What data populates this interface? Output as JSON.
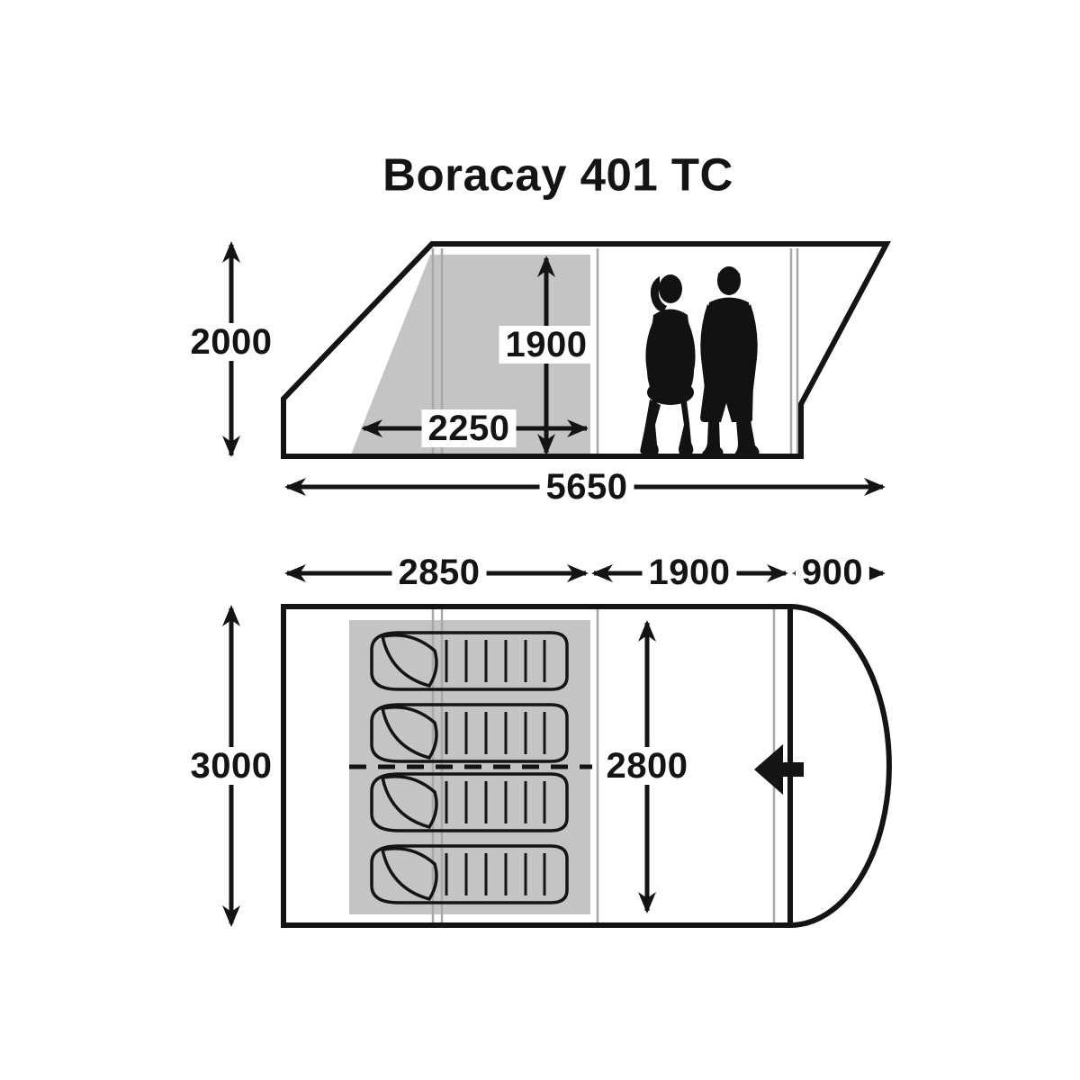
{
  "title": "Boracay 401 TC",
  "side_view": {
    "outer_height": "2000",
    "standing_height": "1900",
    "inner_floor_width": "2250",
    "total_length": "5650"
  },
  "floor_plan": {
    "sleeping_area_length": "2850",
    "living_area_length": "1900",
    "porch_length": "900",
    "total_width": "3000",
    "inner_width": "2800"
  },
  "icons": {
    "entrance_arrow": "entrance-arrow-icon",
    "people": "people-silhouette-icon",
    "sleeping_bags": "sleeping-bag-icon"
  },
  "colors": {
    "line": "#141414",
    "shaded_area": "#c4c4c4",
    "pole_guide_line": "#a8a8a8",
    "background": "#ffffff"
  }
}
